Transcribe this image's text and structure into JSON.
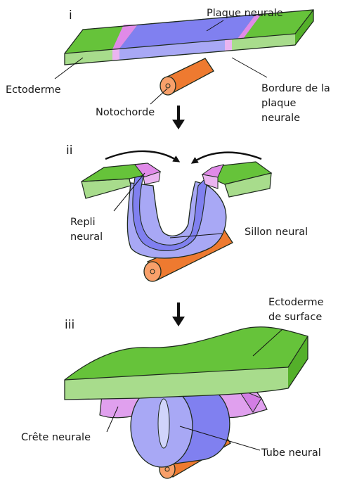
{
  "panels": {
    "p1": {
      "numeral": "i",
      "labels": {
        "neural_plate": "Plaque neurale",
        "ectoderm": "Ectoderme",
        "notochord": "Notochorde",
        "plate_border_1": "Bordure de la",
        "plate_border_2": "plaque",
        "plate_border_3": "neurale"
      }
    },
    "p2": {
      "numeral": "ii",
      "labels": {
        "neural_fold_1": "Repli",
        "neural_fold_2": "neural",
        "neural_groove": "Sillon neural"
      }
    },
    "p3": {
      "numeral": "iii",
      "labels": {
        "surface_ectoderm_1": "Ectoderme",
        "surface_ectoderm_2": "de surface",
        "neural_crest": "Crête neurale",
        "neural_tube": "Tube neural"
      }
    }
  },
  "colors": {
    "ectoderm_top": "#66c33a",
    "ectoderm_side": "#a8dc8c",
    "neural_top": "#8080f0",
    "neural_side": "#a8a8f5",
    "border_pink": "#e08ae8",
    "crest": "#e0a0ee",
    "notochord": "#ee7a30",
    "notochord_end": "#f8a06a",
    "outline": "#1e2a1e"
  }
}
